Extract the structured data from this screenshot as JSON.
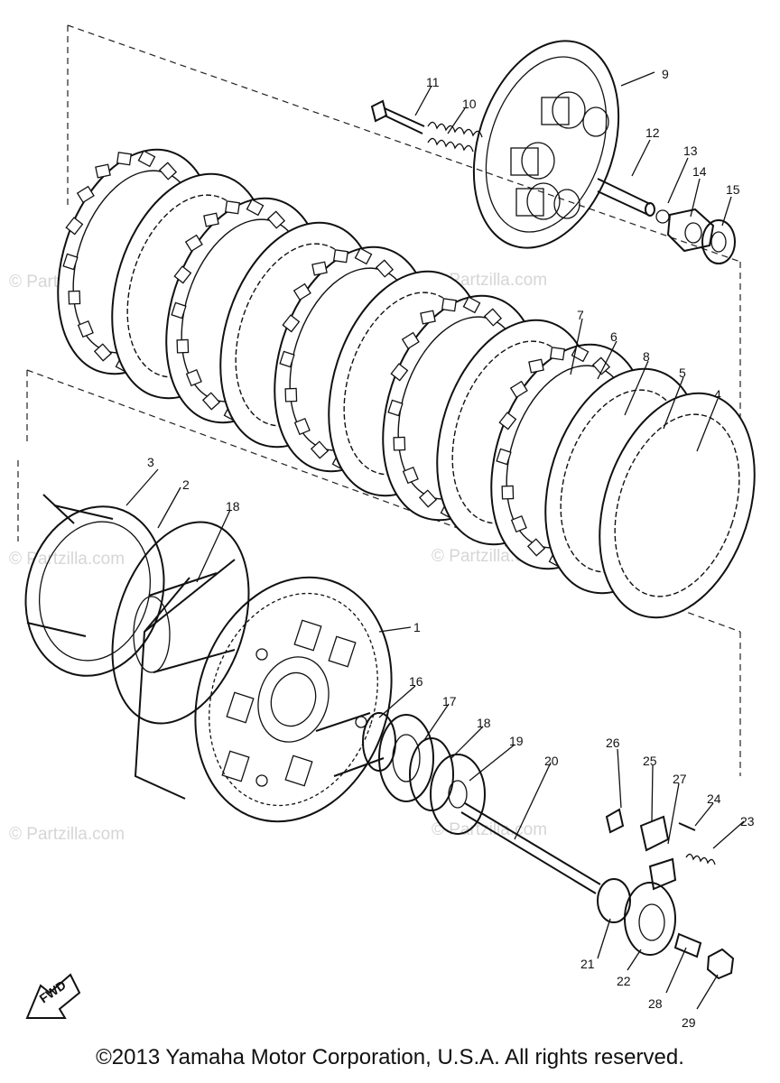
{
  "watermark": "© Partzilla.com",
  "fwd_label": "FWD",
  "copyright": "©2013 Yamaha Motor Corporation, U.S.A. All rights reserved.",
  "callouts": [
    "1",
    "2",
    "3",
    "4",
    "5",
    "6",
    "7",
    "8",
    "9",
    "10",
    "11",
    "12",
    "13",
    "14",
    "15",
    "16",
    "17",
    "18",
    "18",
    "19",
    "20",
    "21",
    "22",
    "23",
    "24",
    "25",
    "26",
    "27",
    "28",
    "29"
  ]
}
